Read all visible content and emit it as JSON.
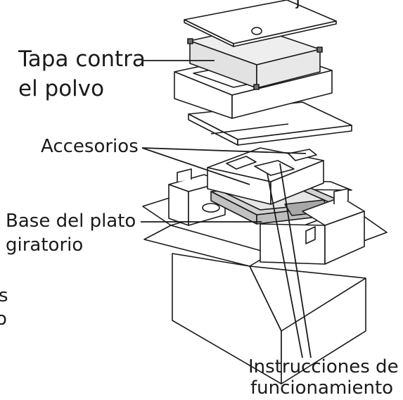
{
  "labels": {
    "top_clipped": "j",
    "tapa": [
      "Tapa contra",
      "el polvo"
    ],
    "accesorios": "Accesorios",
    "base": [
      "Base del plato",
      "giratorio"
    ],
    "left_clipped": [
      "s",
      "o"
    ],
    "instrucciones": [
      "Instrucciones de",
      "funcionamiento"
    ]
  },
  "colors": {
    "ink": "#1a1a1a",
    "part_fill": "#ffffff",
    "cover_fill": "#e9e9e9",
    "tray_fill": "#d2d2d2",
    "dark_fill": "#a8a8a8"
  }
}
